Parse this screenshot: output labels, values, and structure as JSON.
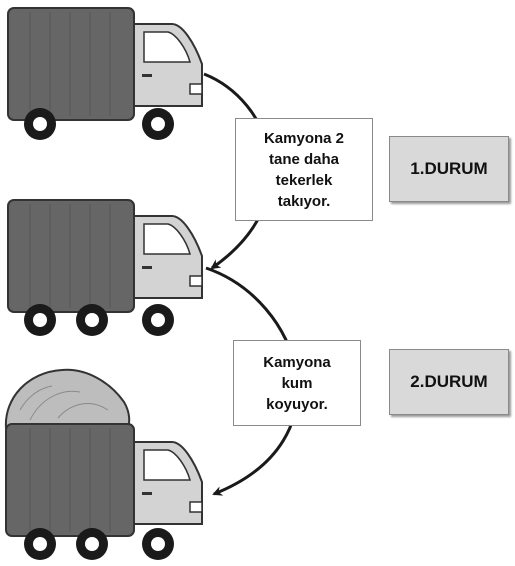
{
  "notes": {
    "first_lines": [
      "Kamyona 2",
      "tane daha",
      "tekerlek",
      "takıyor."
    ],
    "second_lines": [
      "Kamyona",
      "kum",
      "koyuyor."
    ]
  },
  "states": {
    "first": "1.DURUM",
    "second": "2.DURUM"
  },
  "colors": {
    "cargo": "#666666",
    "cab": "#d3d3d3",
    "wheel": "#1a1a1a",
    "sand": "#bdbdbd",
    "state_bg": "#d9d9d9"
  }
}
